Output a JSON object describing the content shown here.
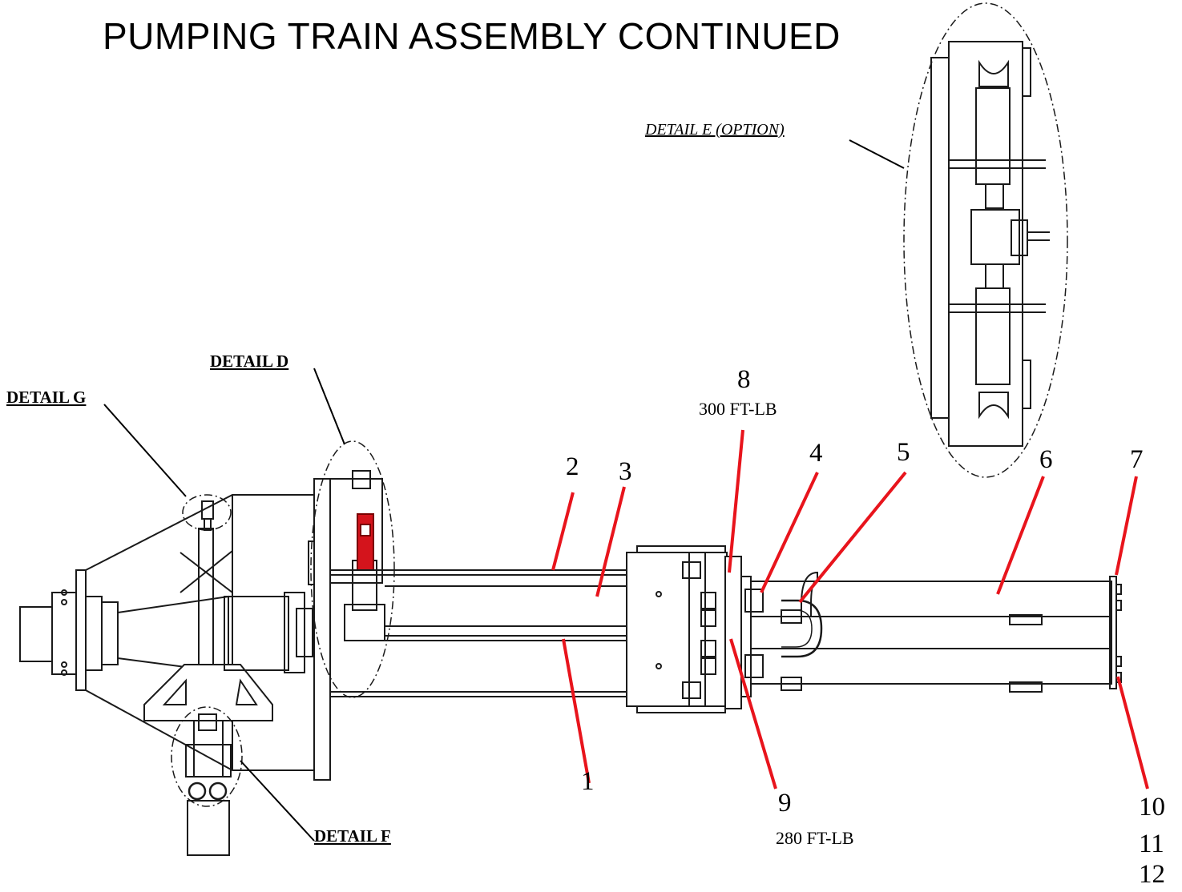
{
  "title": "PUMPING TRAIN ASSEMBLY CONTINUED",
  "details": {
    "d": "DETAIL D",
    "e": "DETAIL E (OPTION)",
    "f": "DETAIL F",
    "g": "DETAIL G"
  },
  "callouts": {
    "n1": "1",
    "n2": "2",
    "n3": "3",
    "n4": "4",
    "n5": "5",
    "n6": "6",
    "n7": "7",
    "n8": "8",
    "n9": "9",
    "n10": "10",
    "n11": "11",
    "n12": "12",
    "torque8": "300 FT-LB",
    "torque9": "280 FT-LB"
  },
  "colors": {
    "leader_red": "#e8141c",
    "highlight_red": "#d4141c",
    "line": "#1a1a1a"
  }
}
